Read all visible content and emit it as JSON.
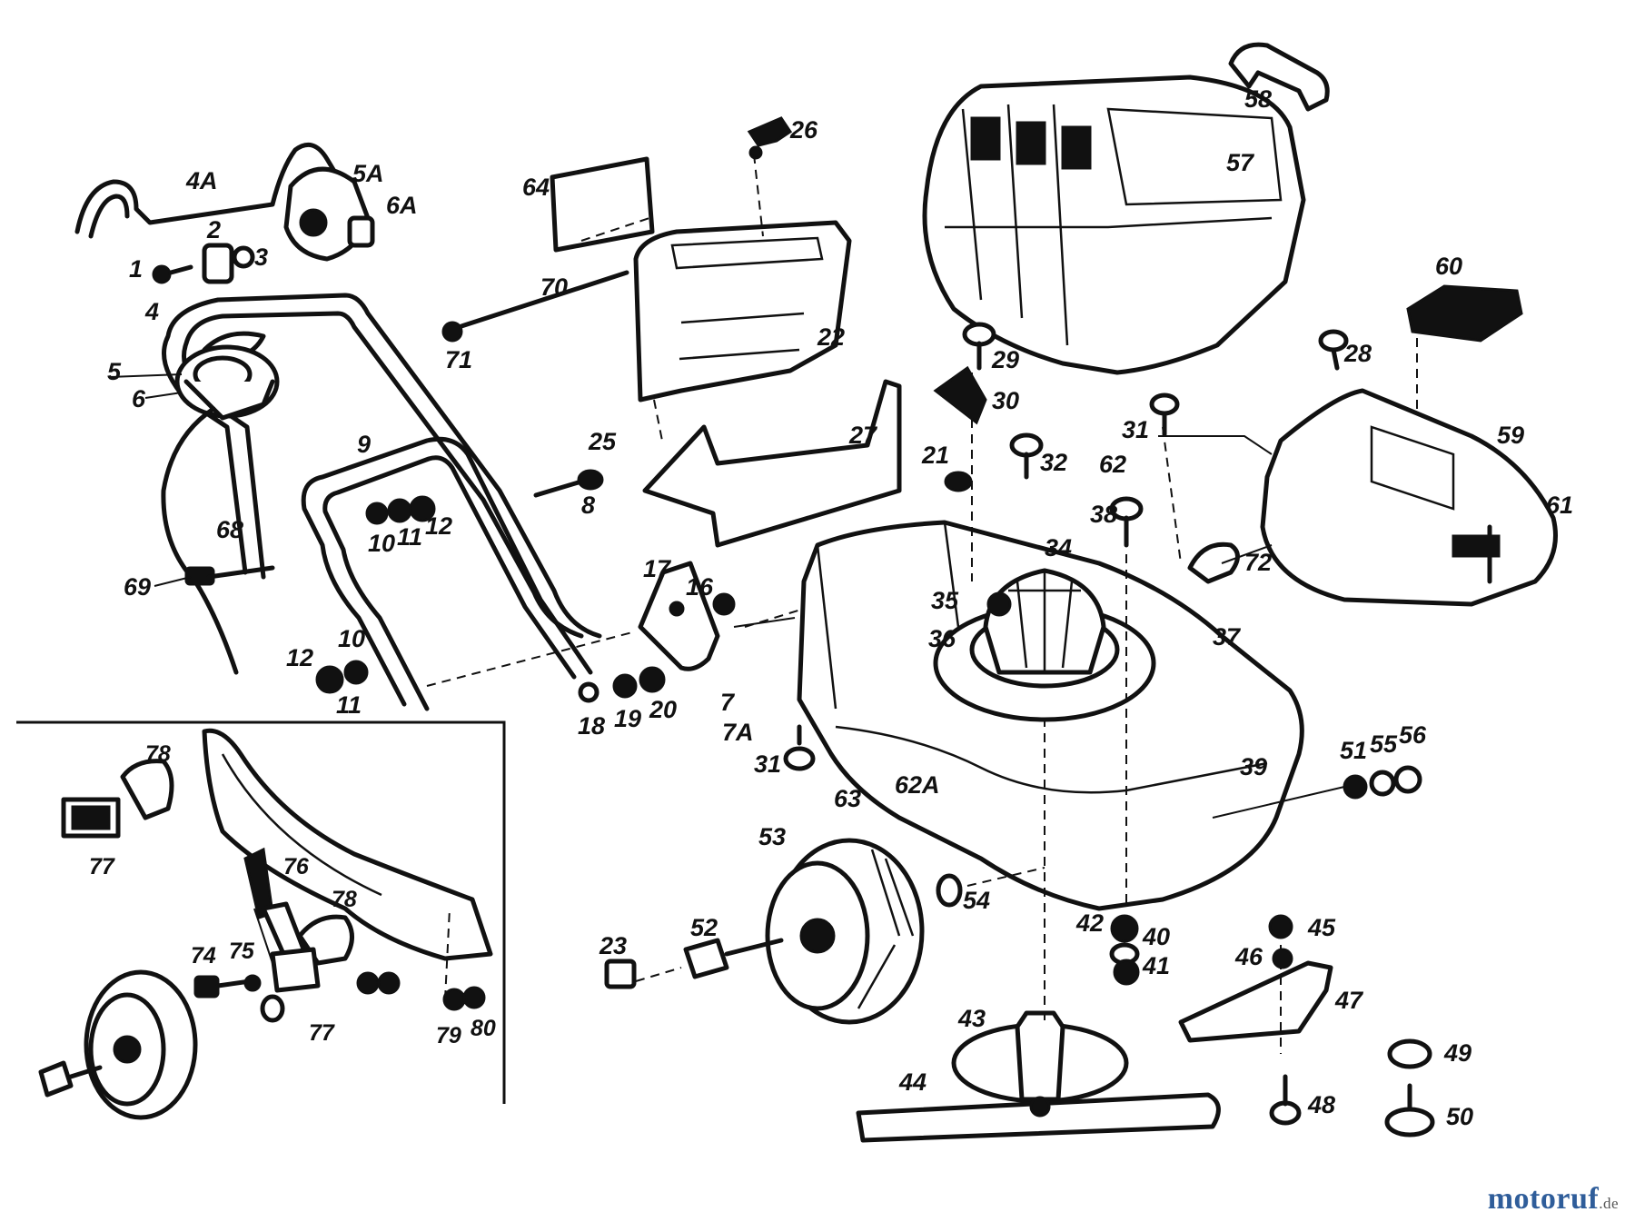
{
  "diagram": {
    "callouts": [
      {
        "id": "1",
        "text": "1"
      },
      {
        "id": "2",
        "text": "2"
      },
      {
        "id": "3",
        "text": "3"
      },
      {
        "id": "4",
        "text": "4"
      },
      {
        "id": "4A",
        "text": "4A"
      },
      {
        "id": "5",
        "text": "5"
      },
      {
        "id": "5A",
        "text": "5A"
      },
      {
        "id": "6",
        "text": "6"
      },
      {
        "id": "6A",
        "text": "6A"
      },
      {
        "id": "7",
        "text": "7"
      },
      {
        "id": "7A",
        "text": "7A"
      },
      {
        "id": "8",
        "text": "8"
      },
      {
        "id": "9",
        "text": "9"
      },
      {
        "id": "10a",
        "text": "10"
      },
      {
        "id": "10b",
        "text": "10"
      },
      {
        "id": "11a",
        "text": "11"
      },
      {
        "id": "11b",
        "text": "11"
      },
      {
        "id": "12a",
        "text": "12"
      },
      {
        "id": "12b",
        "text": "12"
      },
      {
        "id": "16",
        "text": "16"
      },
      {
        "id": "17",
        "text": "17"
      },
      {
        "id": "18",
        "text": "18"
      },
      {
        "id": "19",
        "text": "19"
      },
      {
        "id": "20",
        "text": "20"
      },
      {
        "id": "21",
        "text": "21"
      },
      {
        "id": "22",
        "text": "22"
      },
      {
        "id": "23",
        "text": "23"
      },
      {
        "id": "25",
        "text": "25"
      },
      {
        "id": "26",
        "text": "26"
      },
      {
        "id": "27",
        "text": "27"
      },
      {
        "id": "28",
        "text": "28"
      },
      {
        "id": "29",
        "text": "29"
      },
      {
        "id": "30",
        "text": "30"
      },
      {
        "id": "31a",
        "text": "31"
      },
      {
        "id": "31b",
        "text": "31"
      },
      {
        "id": "32",
        "text": "32"
      },
      {
        "id": "34",
        "text": "34"
      },
      {
        "id": "35",
        "text": "35"
      },
      {
        "id": "36",
        "text": "36"
      },
      {
        "id": "37",
        "text": "37"
      },
      {
        "id": "38",
        "text": "38"
      },
      {
        "id": "39",
        "text": "39"
      },
      {
        "id": "40",
        "text": "40"
      },
      {
        "id": "41",
        "text": "41"
      },
      {
        "id": "42",
        "text": "42"
      },
      {
        "id": "43",
        "text": "43"
      },
      {
        "id": "44",
        "text": "44"
      },
      {
        "id": "45",
        "text": "45"
      },
      {
        "id": "46",
        "text": "46"
      },
      {
        "id": "47",
        "text": "47"
      },
      {
        "id": "48",
        "text": "48"
      },
      {
        "id": "49",
        "text": "49"
      },
      {
        "id": "50",
        "text": "50"
      },
      {
        "id": "51",
        "text": "51"
      },
      {
        "id": "52",
        "text": "52"
      },
      {
        "id": "53",
        "text": "53"
      },
      {
        "id": "54",
        "text": "54"
      },
      {
        "id": "55",
        "text": "55"
      },
      {
        "id": "56",
        "text": "56"
      },
      {
        "id": "57",
        "text": "57"
      },
      {
        "id": "58",
        "text": "58"
      },
      {
        "id": "59",
        "text": "59"
      },
      {
        "id": "60",
        "text": "60"
      },
      {
        "id": "61",
        "text": "61"
      },
      {
        "id": "62",
        "text": "62"
      },
      {
        "id": "62A",
        "text": "62A"
      },
      {
        "id": "63",
        "text": "63"
      },
      {
        "id": "64",
        "text": "64"
      },
      {
        "id": "68",
        "text": "68"
      },
      {
        "id": "69",
        "text": "69"
      },
      {
        "id": "70",
        "text": "70"
      },
      {
        "id": "71",
        "text": "71"
      },
      {
        "id": "72",
        "text": "72"
      },
      {
        "id": "74",
        "text": "74"
      },
      {
        "id": "75",
        "text": "75"
      },
      {
        "id": "76",
        "text": "76"
      },
      {
        "id": "77a",
        "text": "77"
      },
      {
        "id": "77b",
        "text": "77"
      },
      {
        "id": "78a",
        "text": "78"
      },
      {
        "id": "78b",
        "text": "78"
      },
      {
        "id": "79",
        "text": "79"
      },
      {
        "id": "80",
        "text": "80"
      }
    ]
  },
  "watermark": {
    "brand": "motoruf",
    "domain": ".de"
  },
  "colors": {
    "line": "#111111",
    "background": "#ffffff",
    "watermark": "#2f5d9a"
  }
}
